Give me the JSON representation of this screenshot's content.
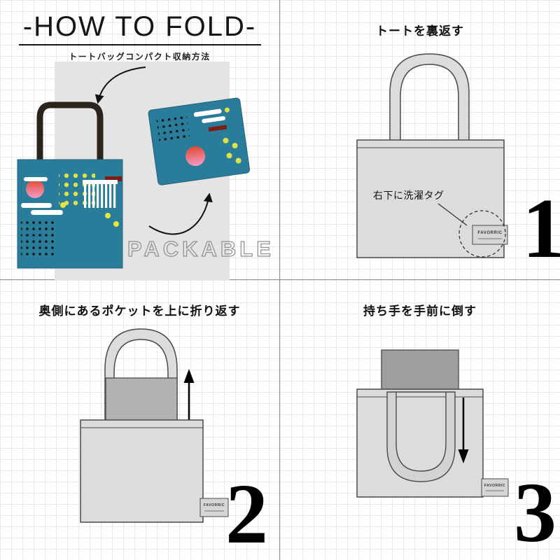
{
  "intro": {
    "title": "-HOW TO FOLD-",
    "subtitle": "トートバッグコンパクト収納方法",
    "packable": "PACKABLE"
  },
  "steps": [
    {
      "number": "1",
      "heading": "トートを裏返す",
      "annotation": "右下に洗濯タグ",
      "tag": "FAVORRIC"
    },
    {
      "number": "2",
      "heading": "奥側にあるポケットを上に折り返す",
      "tag": "FAVORRIC"
    },
    {
      "number": "3",
      "heading": "持ち手を手前に倒す",
      "tag": "FAVORRIC"
    }
  ],
  "colors": {
    "tote_teal": "#2a7d9a",
    "illustration_gray": "#dcdcdc",
    "pocket_gray": "#b2b2b2",
    "dark_pocket_gray": "#9e9e9e",
    "accent_lime": "#dde24a",
    "accent_pink": "#f59cc8",
    "accent_dark_red": "#7e1d14",
    "grid_line": "#e9e9e9",
    "divider": "#8f8f8f"
  },
  "icons": [
    {
      "name": "fold-arrow-icon"
    },
    {
      "name": "up-arrow-icon"
    },
    {
      "name": "down-arrow-icon"
    },
    {
      "name": "dashed-circle-highlight"
    }
  ]
}
